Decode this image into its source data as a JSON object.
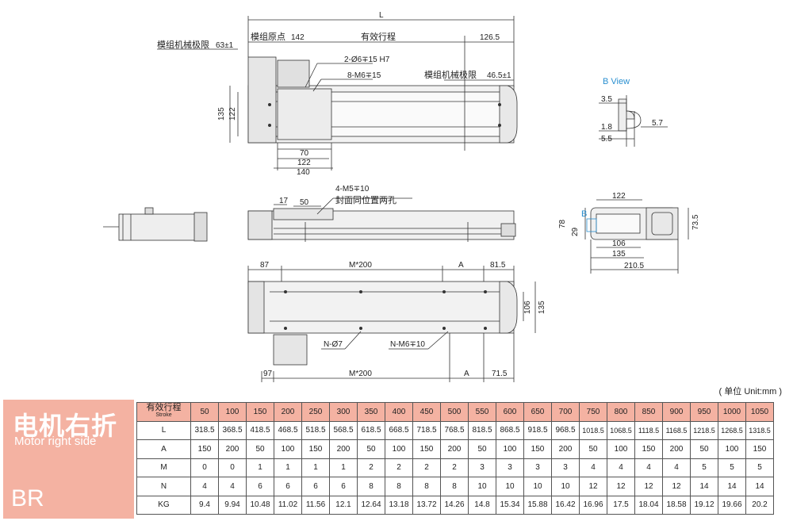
{
  "drawing": {
    "top_view": {
      "L": "L",
      "mech_limit_left": "模组机械极限",
      "mech_limit_left_val": "63±1",
      "origin": "模组原点",
      "origin_val": "142",
      "stroke": "有效行程",
      "dim_126_5": "126.5",
      "holes_h7": "2-Ø6∓15 H7",
      "holes_m6": "8-M6∓15",
      "mech_limit_right": "模组机械极限",
      "mech_limit_right_val": "46.5±1",
      "dim_135": "135",
      "dim_122_v": "122",
      "dim_70": "70",
      "dim_122": "122",
      "dim_140": "140"
    },
    "b_view": {
      "title": "B View",
      "d3_5": "3.5",
      "d1_8": "1.8",
      "d5_5": "5.5",
      "d5_7": "5.7"
    },
    "side_view": {
      "note1": "4-M5∓10",
      "note2": "封面同位置两孔",
      "d17": "17",
      "d50": "50"
    },
    "end_view": {
      "d122": "122",
      "B": "B",
      "d78": "78",
      "d29": "29",
      "d73_5": "73.5",
      "d106": "106",
      "d135": "135",
      "d210_5": "210.5"
    },
    "bottom_view": {
      "d87": "87",
      "m200_top": "M*200",
      "A_top": "A",
      "d81_5": "81.5",
      "d106": "106",
      "d135": "135",
      "n_o7": "N-Ø7",
      "n_m6": "N-M6∓10",
      "d97": "97",
      "m200_bottom": "M*200",
      "A_bottom": "A",
      "d71_5": "71.5"
    }
  },
  "unit_note": "( 单位 Unit:mm )",
  "side_panel": {
    "title_cn": "电机右折",
    "title_en": "Motor right side",
    "code": "BR"
  },
  "table": {
    "header_cn": "有效行程",
    "header_en": "Stroke",
    "strokes": [
      "50",
      "100",
      "150",
      "200",
      "250",
      "300",
      "350",
      "400",
      "450",
      "500",
      "550",
      "600",
      "650",
      "700",
      "750",
      "800",
      "850",
      "900",
      "950",
      "1000",
      "1050"
    ],
    "rows": [
      {
        "label": "L",
        "values": [
          "318.5",
          "368.5",
          "418.5",
          "468.5",
          "518.5",
          "568.5",
          "618.5",
          "668.5",
          "718.5",
          "768.5",
          "818.5",
          "868.5",
          "918.5",
          "968.5",
          "1018.5",
          "1068.5",
          "1118.5",
          "1168.5",
          "1218.5",
          "1268.5",
          "1318.5"
        ]
      },
      {
        "label": "A",
        "values": [
          "150",
          "200",
          "50",
          "100",
          "150",
          "200",
          "50",
          "100",
          "150",
          "200",
          "50",
          "100",
          "150",
          "200",
          "50",
          "100",
          "150",
          "200",
          "50",
          "100",
          "150"
        ]
      },
      {
        "label": "M",
        "values": [
          "0",
          "0",
          "1",
          "1",
          "1",
          "1",
          "2",
          "2",
          "2",
          "2",
          "3",
          "3",
          "3",
          "3",
          "4",
          "4",
          "4",
          "4",
          "5",
          "5",
          "5"
        ]
      },
      {
        "label": "N",
        "values": [
          "4",
          "4",
          "6",
          "6",
          "6",
          "6",
          "8",
          "8",
          "8",
          "8",
          "10",
          "10",
          "10",
          "10",
          "12",
          "12",
          "12",
          "12",
          "14",
          "14",
          "14"
        ]
      },
      {
        "label": "KG",
        "values": [
          "9.4",
          "9.94",
          "10.48",
          "11.02",
          "11.56",
          "12.1",
          "12.64",
          "13.18",
          "13.72",
          "14.26",
          "14.8",
          "15.34",
          "15.88",
          "16.42",
          "16.96",
          "17.5",
          "18.04",
          "18.58",
          "19.12",
          "19.66",
          "20.2"
        ]
      }
    ]
  }
}
